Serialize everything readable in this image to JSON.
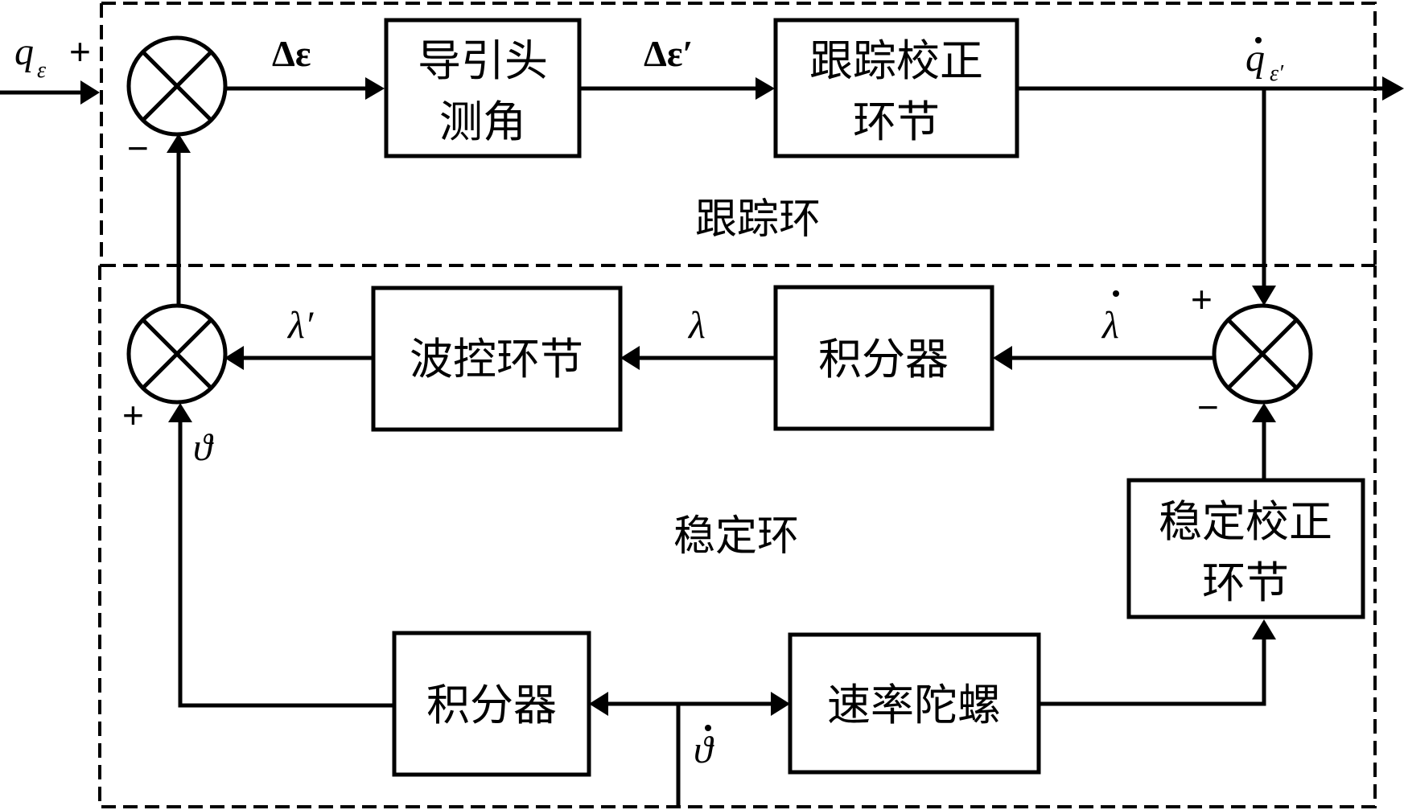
{
  "diagram": {
    "title": "Seeker tracking and stabilization loop block diagram",
    "regions": {
      "tracking_loop": "跟踪环",
      "stabilization_loop": "稳定环"
    },
    "blocks": {
      "seeker_angle": [
        "导引头",
        "测角"
      ],
      "tracking_correction": [
        "跟踪校正",
        "环节"
      ],
      "wave_control": "波控环节",
      "integrator_mid": "积分器",
      "stabilization_correction": [
        "稳定校正",
        "环节"
      ],
      "integrator_bottom": "积分器",
      "rate_gyro": "速率陀螺"
    },
    "signals": {
      "input_q": "q",
      "input_q_sub": "ε",
      "delta_eps": "Δε",
      "delta_eps_prime": "Δε′",
      "output_q": "q",
      "output_q_sub": "ε′",
      "lambda_prime": "λ′",
      "lambda": "λ",
      "lambda_dot": "λ",
      "theta": "ϑ",
      "theta_dot": "ϑ"
    },
    "junction_signs": {
      "top_left_in": "+",
      "top_left_fb": "−",
      "mid_left_bottom": "+",
      "right_top": "+",
      "right_bottom": "−"
    }
  }
}
